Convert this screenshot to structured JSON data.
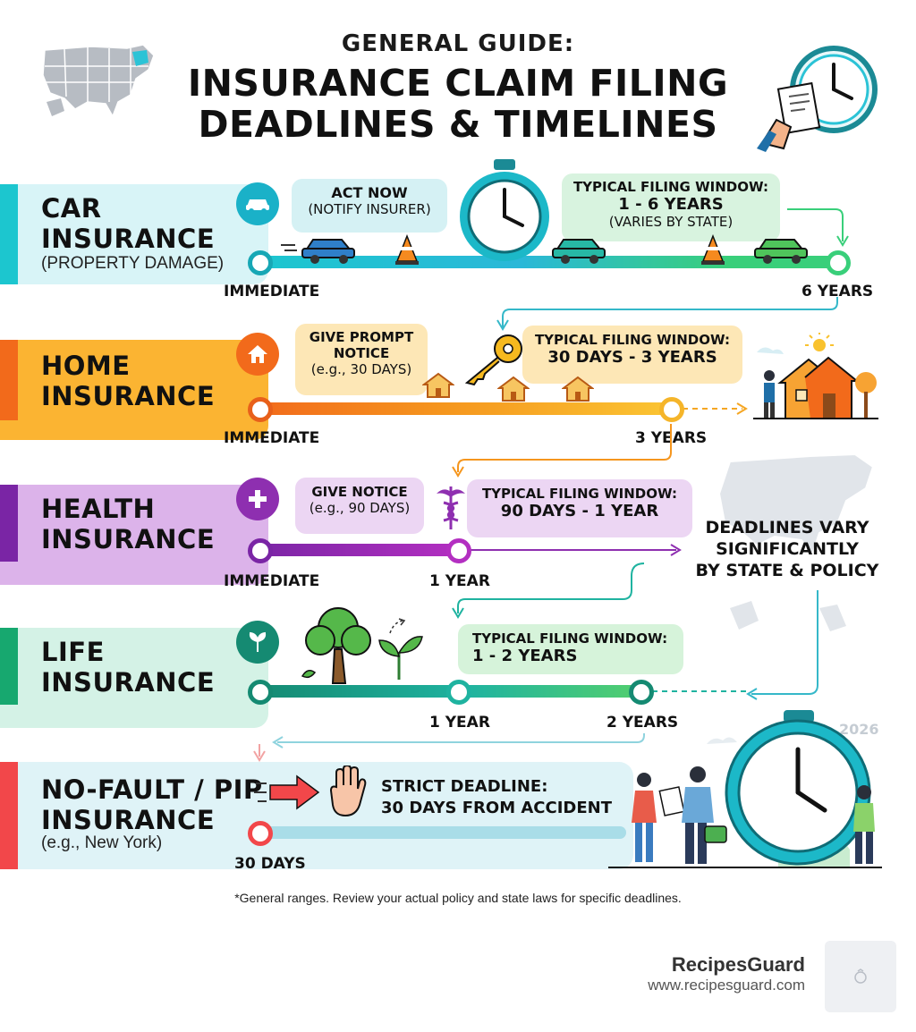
{
  "header": {
    "subtitle": "GENERAL GUIDE:",
    "title_line1": "INSURANCE CLAIM FILING",
    "title_line2": "DEADLINES & TIMELINES"
  },
  "rows": {
    "car": {
      "name_line1": "CAR",
      "name_line2": "INSURANCE",
      "note": "(PROPERTY DAMAGE)",
      "bubble1_line1": "ACT NOW",
      "bubble1_line2": "(NOTIFY INSURER)",
      "bubble2_line1": "TYPICAL FILING WINDOW:",
      "bubble2_line2": "1 - 6 YEARS",
      "bubble2_line3": "(VARIES BY STATE)",
      "start_label": "IMMEDIATE",
      "end_label": "6 YEARS",
      "color": "#1cc6cf"
    },
    "home": {
      "name_line1": "HOME",
      "name_line2": "INSURANCE",
      "bubble1_line1": "GIVE PROMPT",
      "bubble1_line2": "NOTICE",
      "bubble1_line3": "(e.g., 30 DAYS)",
      "bubble2_line1": "TYPICAL FILING WINDOW:",
      "bubble2_line2": "30 DAYS - 3 YEARS",
      "start_label": "IMMEDIATE",
      "end_label": "3 YEARS",
      "color": "#f5a623"
    },
    "health": {
      "name_line1": "HEALTH",
      "name_line2": "INSURANCE",
      "bubble1_line1": "GIVE NOTICE",
      "bubble1_line2": "(e.g., 90 DAYS)",
      "bubble2_line1": "TYPICAL FILING WINDOW:",
      "bubble2_line2": "90 DAYS - 1 YEAR",
      "start_label": "IMMEDIATE",
      "end_label": "1 YEAR",
      "color": "#8e2fb0"
    },
    "life": {
      "name_line1": "LIFE",
      "name_line2": "INSURANCE",
      "bubble_line1": "TYPICAL FILING WINDOW:",
      "bubble_line2": "1 - 2 YEARS",
      "mid_label": "1 YEAR",
      "end_label": "2 YEARS",
      "color": "#1fb38a"
    },
    "pip": {
      "name_line1": "NO-FAULT / PIP",
      "name_line2": "INSURANCE",
      "note": "(e.g., New York)",
      "deadline_line1": "STRICT DEADLINE:",
      "deadline_line2": "30 DAYS FROM ACCIDENT",
      "start_label": "30 DAYS",
      "color": "#f2474a"
    }
  },
  "side_note": {
    "line1": "DEADLINES VARY",
    "line2": "SIGNIFICANTLY",
    "line3": "BY STATE & POLICY"
  },
  "year_label": "2026",
  "footnote": "*General ranges. Review your actual policy and state laws for specific deadlines.",
  "brand": {
    "name": "RecipesGuard",
    "url": "www.recipesguard.com"
  }
}
